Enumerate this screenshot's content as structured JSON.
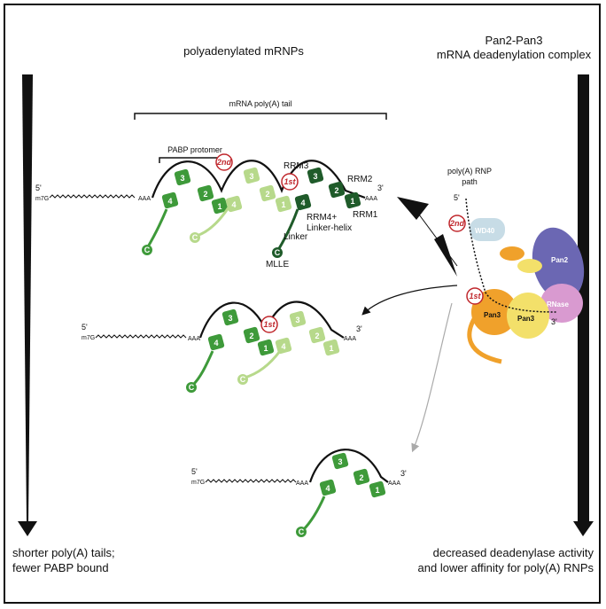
{
  "labels": {
    "mrnp_title": "polyadenylated mRNPs",
    "complex_title_1": "Pan2-Pan3",
    "complex_title_2": "mRNA deadenylation complex",
    "polya_tail": "mRNA poly(A) tail",
    "pabp_protomer": "PABP protomer",
    "rrm3": "RRM3",
    "rrm2": "RRM2",
    "rrm1": "RRM1",
    "rrm4_linker_helix_1": "RRM4+",
    "rrm4_linker_helix_2": "Linker-helix",
    "linker": "Linker",
    "mlle": "MLLE",
    "polya_rnp_path_1": "poly(A) RNP",
    "polya_rnp_path_2": "path",
    "five_prime": "5'",
    "three_prime": "3'",
    "cap": "m7G",
    "aaa": "AAA",
    "c_term": "C",
    "second": "2nd",
    "first": "1st",
    "wd40": "WD40",
    "pan2": "Pan2",
    "rnase": "RNase",
    "pan3_a": "Pan3",
    "pan3_b": "Pan3",
    "bottom_left_1": "shorter poly(A) tails;",
    "bottom_left_2": "fewer PABP bound",
    "bottom_right_1": "decreased deadenylase activity",
    "bottom_right_2": "and lower affinity for poly(A) RNPs",
    "rrm_numbers": [
      "1",
      "2",
      "3",
      "4"
    ]
  },
  "colors": {
    "pabp_dark": "#1f5b2a",
    "pabp_mid": "#3e9a3a",
    "pabp_light": "#b7d98b",
    "wd40": "#c7dce6",
    "pan2": "#6b67b3",
    "rnase": "#d99ad0",
    "pan3_orange": "#f0a12b",
    "pan3_yellow": "#f3e06a",
    "marker_red": "#c0282d"
  }
}
